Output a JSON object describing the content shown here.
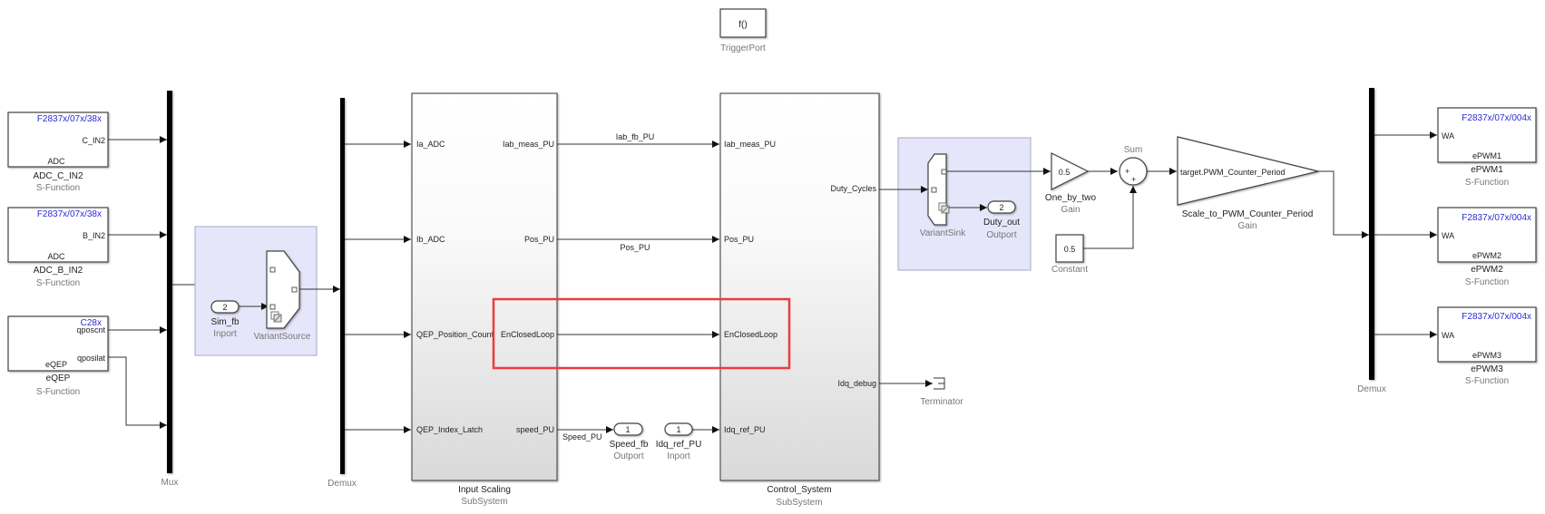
{
  "diagram": {
    "trigger_port": {
      "glyph": "f()",
      "label": "TriggerPort"
    },
    "adc_c": {
      "target": "F2837x/07x/38x",
      "output_port": "C_IN2",
      "inner": "ADC",
      "name": "ADC_C_IN2",
      "type": "S-Function"
    },
    "adc_b": {
      "target": "F2837x/07x/38x",
      "output_port": "B_IN2",
      "inner": "ADC",
      "name": "ADC_B_IN2",
      "type": "S-Function"
    },
    "eqep": {
      "target": "C28x",
      "output_port_1": "qposcnt",
      "output_port_2": "qposilat",
      "inner": "eQEP",
      "name": "eQEP",
      "type": "S-Function"
    },
    "mux": {
      "name": "Mux"
    },
    "variant_area_1": {
      "sim_fb": {
        "value": "2",
        "name": "Sim_fb",
        "type": "Inport"
      },
      "variant_source": {
        "name": "VariantSource"
      }
    },
    "demux_1": {
      "name": "Demux"
    },
    "input_scaling": {
      "name": "Input Scaling",
      "type": "SubSystem",
      "inputs": [
        "Ia_ADC",
        "Ib_ADC",
        "QEP_Position_Count",
        "QEP_Index_Latch"
      ],
      "outputs": [
        "Iab_meas_PU",
        "Pos_PU",
        "EnClosedLoop",
        "speed_PU"
      ]
    },
    "signals": {
      "iab_fb": "Iab_fb_PU",
      "pos": "Pos_PU",
      "speed": "Speed_PU"
    },
    "speed_fb": {
      "value": "1",
      "name": "Speed_fb",
      "type": "Outport"
    },
    "idq_ref": {
      "value": "1",
      "name": "Idq_ref_PU",
      "type": "Inport"
    },
    "control_system": {
      "name": "Control_System",
      "type": "SubSystem",
      "inputs": [
        "Iab_meas_PU",
        "Pos_PU",
        "EnClosedLoop",
        "Idq_ref_PU"
      ],
      "outputs": [
        "Duty_Cycles",
        "Idq_debug"
      ]
    },
    "terminator": {
      "name": "Terminator"
    },
    "variant_area_2": {
      "variant_sink": {
        "name": "VariantSink"
      },
      "duty_out": {
        "value": "2",
        "name": "Duty_out",
        "type": "Outport"
      }
    },
    "one_by_two": {
      "value": "0.5",
      "name": "One_by_two",
      "type": "Gain"
    },
    "constant": {
      "value": "0.5",
      "name": "Constant"
    },
    "sum": {
      "name": "Sum",
      "signs": [
        "+",
        "+"
      ]
    },
    "scale_gain": {
      "value": "target.PWM_Counter_Period",
      "name": "Scale_to_PWM_Counter_Period",
      "type": "Gain"
    },
    "demux_2": {
      "name": "Demux"
    },
    "epwm": [
      {
        "target": "F2837x/07x/004x",
        "input_port": "WA",
        "inner": "ePWM1",
        "name": "ePWM1",
        "type": "S-Function"
      },
      {
        "target": "F2837x/07x/004x",
        "input_port": "WA",
        "inner": "ePWM2",
        "name": "ePWM2",
        "type": "S-Function"
      },
      {
        "target": "F2837x/07x/004x",
        "input_port": "WA",
        "inner": "ePWM3",
        "name": "ePWM3",
        "type": "S-Function"
      }
    ],
    "highlight": {
      "target": "EnClosedLoop",
      "color": "#ee3b3b"
    },
    "colors": {
      "variant_area": "#e6e6fa",
      "target_text": "#2b2bd6"
    }
  }
}
